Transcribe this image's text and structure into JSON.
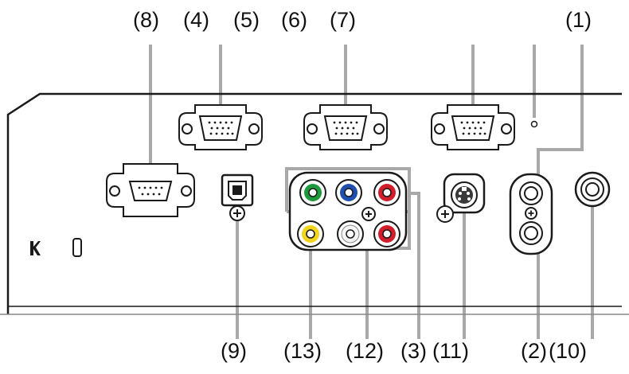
{
  "callouts_top": [
    {
      "id": "c8",
      "text": "(8)"
    },
    {
      "id": "c4",
      "text": "(4)"
    },
    {
      "id": "c5",
      "text": "(5)"
    },
    {
      "id": "c6",
      "text": "(6)"
    },
    {
      "id": "c7",
      "text": "(7)"
    },
    {
      "id": "c1",
      "text": "(1)"
    }
  ],
  "callouts_bottom": [
    {
      "id": "c9",
      "text": "(9)"
    },
    {
      "id": "c13",
      "text": "(13)"
    },
    {
      "id": "c12",
      "text": "(12)"
    },
    {
      "id": "c3",
      "text": "(3)"
    },
    {
      "id": "c11",
      "text": "(11)"
    },
    {
      "id": "c2",
      "text": "(2)"
    },
    {
      "id": "c10",
      "text": "(10)"
    }
  ],
  "colors": {
    "outline": "#1a1a1a",
    "leader": "#a8a8a8",
    "rca_green": "#1f9a3a",
    "rca_blue": "#1f4fb0",
    "rca_red": "#d21d2a",
    "rca_yellow": "#f2d41c",
    "rca_white": "#f4f4f4"
  }
}
